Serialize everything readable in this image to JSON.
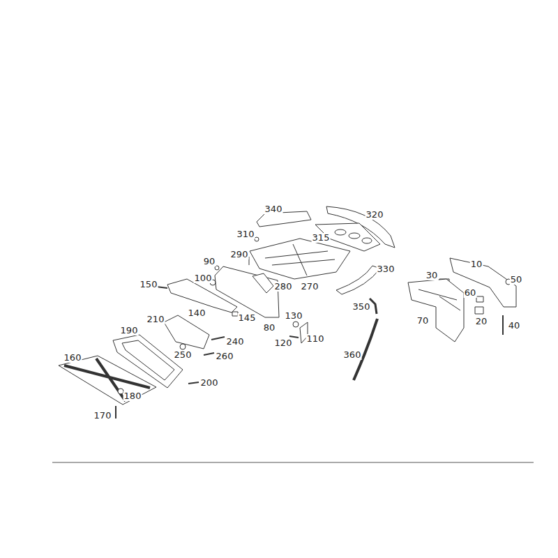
{
  "diagram": {
    "labels": [
      "340",
      "320",
      "310",
      "315",
      "290",
      "330",
      "10",
      "90",
      "30",
      "50",
      "100",
      "280",
      "270",
      "150",
      "60",
      "350",
      "140",
      "80",
      "145",
      "130",
      "70",
      "20",
      "40",
      "210",
      "120",
      "110",
      "240",
      "190",
      "250",
      "260",
      "360",
      "160",
      "200",
      "180",
      "170"
    ]
  }
}
